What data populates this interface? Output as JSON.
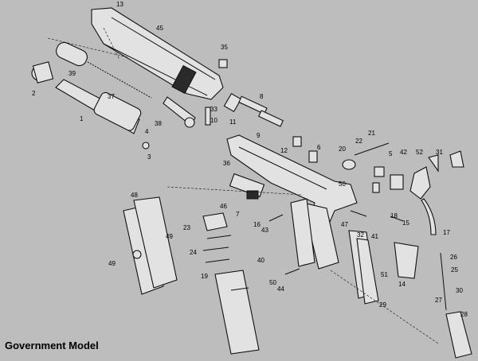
{
  "caption": "Government Model",
  "part_numbers": [
    "13",
    "45",
    "35",
    "39",
    "2",
    "37",
    "8",
    "33",
    "10",
    "11",
    "38",
    "1",
    "9",
    "4",
    "3",
    "21",
    "22",
    "5",
    "12",
    "20",
    "6",
    "42",
    "52",
    "31",
    "36",
    "50",
    "46",
    "18",
    "7",
    "23",
    "48",
    "49",
    "24",
    "16",
    "43",
    "15",
    "17",
    "47",
    "32",
    "41",
    "26",
    "40",
    "51",
    "14",
    "25",
    "19",
    "44",
    "29",
    "30",
    "27",
    "28"
  ]
}
